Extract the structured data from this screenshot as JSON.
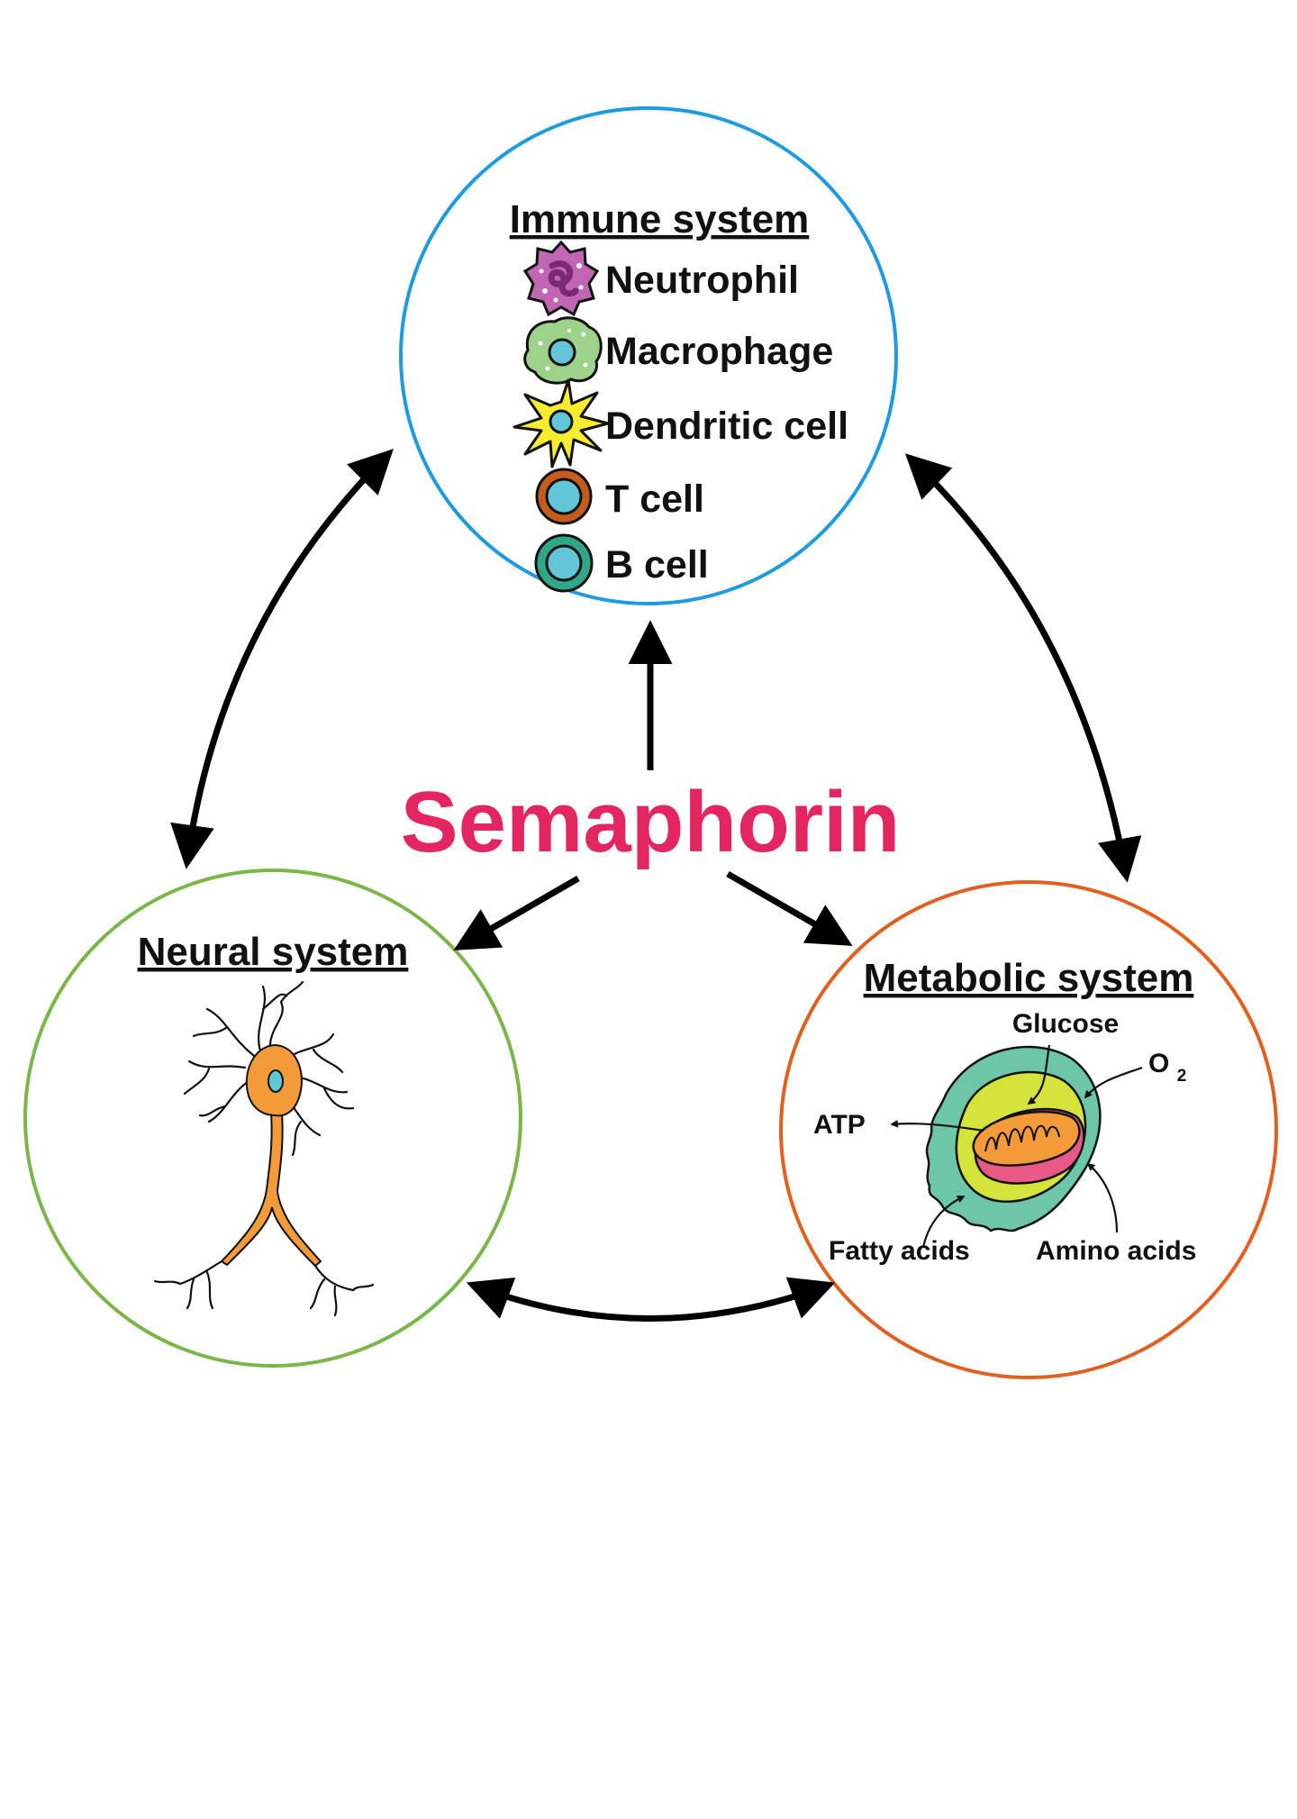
{
  "center": {
    "label": "Semaphorin",
    "color": "#e32662"
  },
  "immune": {
    "title": "Immune system",
    "color": "#1e9be0",
    "cells": [
      {
        "label": "Neutrophil",
        "icon": "neutrophil-icon"
      },
      {
        "label": "Macrophage",
        "icon": "macrophage-icon"
      },
      {
        "label": "Dendritic cell",
        "icon": "dendritic-cell-icon"
      },
      {
        "label": "T cell",
        "icon": "t-cell-icon"
      },
      {
        "label": "B cell",
        "icon": "b-cell-icon"
      }
    ]
  },
  "neural": {
    "title": "Neural system",
    "color": "#7ab648",
    "icon": "neuron-icon"
  },
  "metabolic": {
    "title": "Metabolic system",
    "color": "#e2601f",
    "icon": "cell-mitochondrion-icon",
    "labels": {
      "glucose": "Glucose",
      "oxygen": "O",
      "oxygen_subscript": "2",
      "atp": "ATP",
      "fatty_acids": "Fatty acids",
      "amino_acids": "Amino acids"
    }
  }
}
